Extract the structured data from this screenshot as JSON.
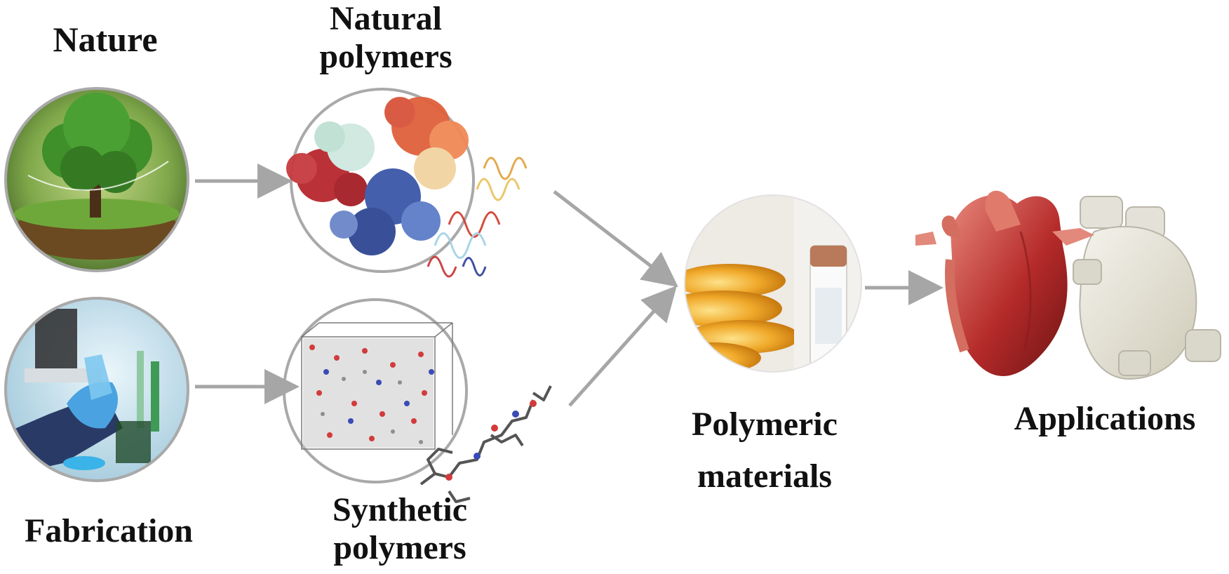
{
  "labels": {
    "nature": "Nature",
    "natural_polymers": "Natural\npolymers",
    "fabrication": "Fabrication",
    "synthetic_polymers": "Synthetic\npolymers",
    "polymeric_materials": "Polymeric\nmaterials",
    "applications": "Applications"
  },
  "colors": {
    "arrow": "#a6a6a6",
    "circle_border": "#a9a9a9",
    "tree_green": "#3f8f2a",
    "protein_red": "#b8262e",
    "protein_orange": "#e0603c",
    "protein_blue": "#3a57a8",
    "heart_red": "#b52a2a"
  }
}
